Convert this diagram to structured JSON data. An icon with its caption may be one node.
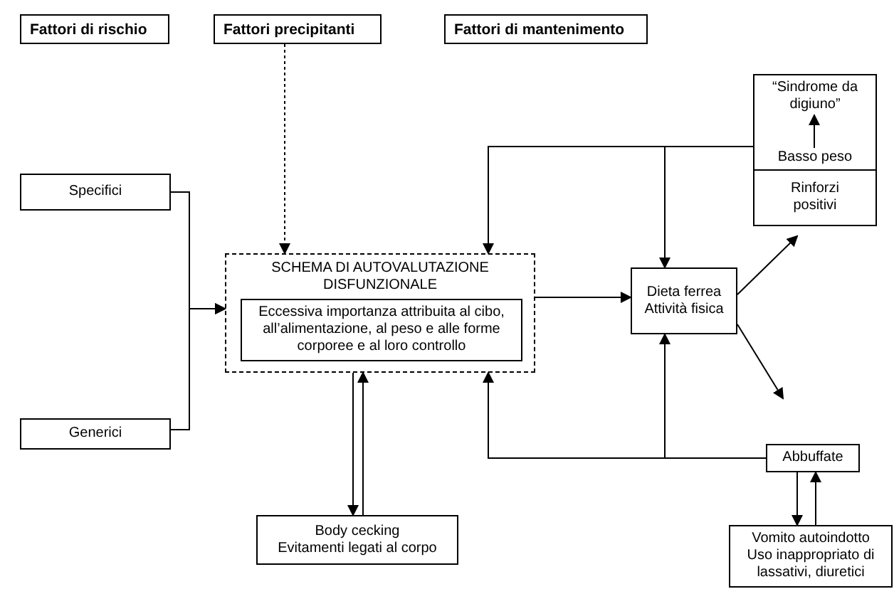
{
  "diagram": {
    "nodes": [
      {
        "text": [
          "Fattori di rischio"
        ]
      },
      {
        "text": [
          "Fattori precipitanti"
        ]
      },
      {
        "text": [
          "Fattori di mantenimento"
        ]
      },
      {
        "text": [
          "Specifici"
        ]
      },
      {
        "text": [
          "Generici"
        ]
      },
      {
        "text": [
          "SCHEMA DI AUTOVALUTAZIONE DISFUNZIONALE"
        ]
      },
      {
        "text": [
          "Eccessiva importanza attribuita al cibo, all’alimentazione, al peso e alle forme corporee e al loro controllo"
        ],
        "in": 5
      },
      {
        "text": [
          "Dieta ferrea",
          "Attività fisica"
        ]
      },
      {
        "text": [],
        "shape": "box"
      },
      {
        "text": [
          "“Sindrome da digiuno”"
        ],
        "in": 8
      },
      {
        "text": [
          "Basso peso"
        ],
        "in": 8
      },
      {
        "text": [
          "Rinforzi positivi"
        ]
      },
      {
        "text": [
          "Abbuffate"
        ]
      },
      {
        "text": [
          "Body cecking",
          "Evitamenti legati al corpo"
        ]
      },
      {
        "text": [
          "Vomito autoindotto",
          "Uso inappropriato di lassativi, diuretici"
        ]
      }
    ],
    "edges": [
      {
        "from": 1,
        "to": 5,
        "arrow": "to",
        "style": "dashed"
      },
      {
        "from": 3,
        "to": 5,
        "arrow": "to"
      },
      {
        "from": 4,
        "to": 5,
        "arrow": "to"
      },
      {
        "from": 5,
        "to": 7,
        "arrow": "to"
      },
      {
        "from": 8,
        "to": 5,
        "arrow": "to"
      },
      {
        "from": 8,
        "to": 7,
        "arrow": "to"
      },
      {
        "from": 7,
        "to": 11,
        "arrow": "to"
      },
      {
        "from": 7,
        "to": 12,
        "arrow": "to"
      },
      {
        "from": 12,
        "to": 5,
        "arrow": "to"
      },
      {
        "from": 12,
        "to": 7,
        "arrow": "to"
      },
      {
        "from": 5,
        "to": 13,
        "arrow": "to"
      },
      {
        "from": 13,
        "to": 5,
        "arrow": "to"
      },
      {
        "from": 12,
        "to": 14,
        "arrow": "to"
      },
      {
        "from": 14,
        "to": 12,
        "arrow": "to"
      },
      {
        "from": 10,
        "to": 9,
        "arrow": "to"
      }
    ]
  }
}
